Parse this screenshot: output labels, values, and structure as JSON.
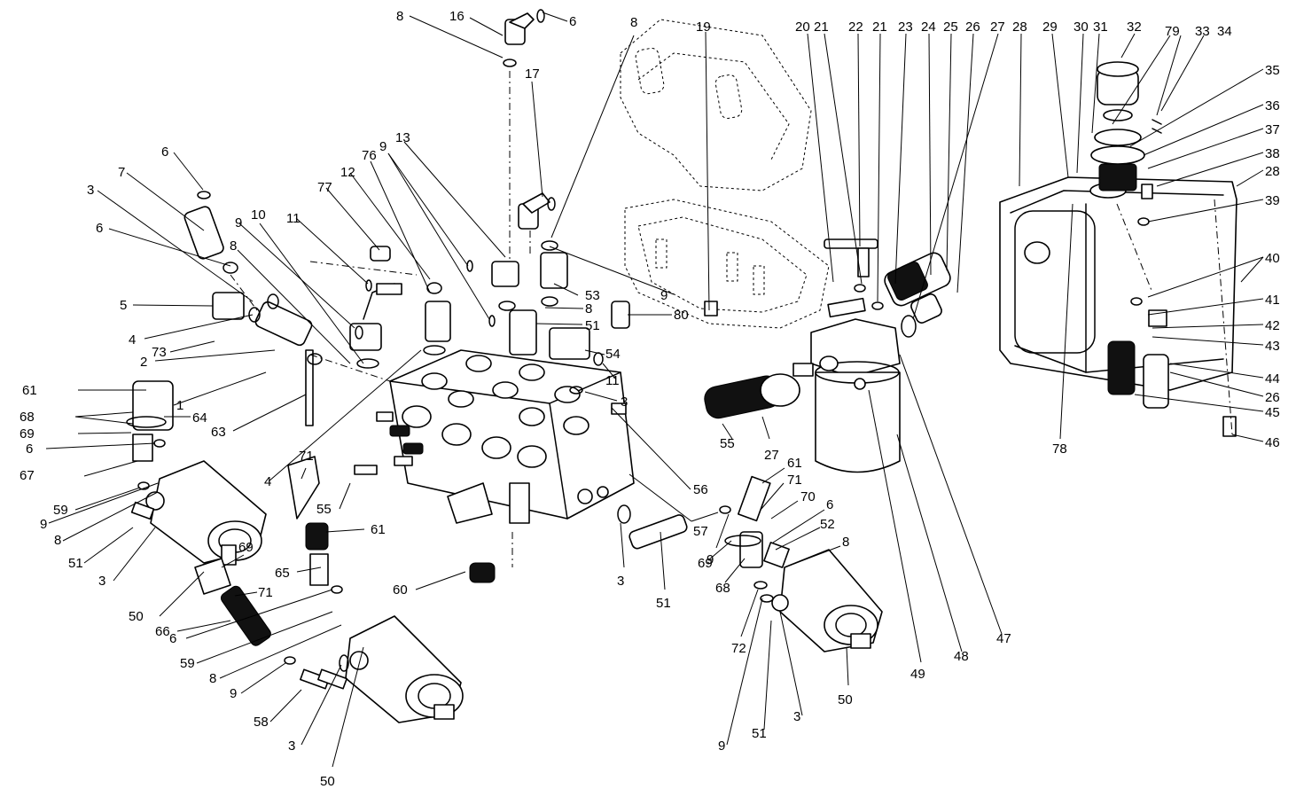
{
  "callouts": [
    {
      "id": "c8a",
      "text": "8"
    },
    {
      "id": "c16",
      "text": "16"
    },
    {
      "id": "c6a",
      "text": "6"
    },
    {
      "id": "c8b",
      "text": "8"
    },
    {
      "id": "c19",
      "text": "19"
    },
    {
      "id": "c17",
      "text": "17"
    },
    {
      "id": "c20",
      "text": "20"
    },
    {
      "id": "c21a",
      "text": "21"
    },
    {
      "id": "c22",
      "text": "22"
    },
    {
      "id": "c21b",
      "text": "21"
    },
    {
      "id": "c23",
      "text": "23"
    },
    {
      "id": "c24",
      "text": "24"
    },
    {
      "id": "c25",
      "text": "25"
    },
    {
      "id": "c26a",
      "text": "26"
    },
    {
      "id": "c27a",
      "text": "27"
    },
    {
      "id": "c28a",
      "text": "28"
    },
    {
      "id": "c29",
      "text": "29"
    },
    {
      "id": "c30",
      "text": "30"
    },
    {
      "id": "c31",
      "text": "31"
    },
    {
      "id": "c32",
      "text": "32"
    },
    {
      "id": "c79",
      "text": "79"
    },
    {
      "id": "c33",
      "text": "33"
    },
    {
      "id": "c34",
      "text": "34"
    },
    {
      "id": "c35",
      "text": "35"
    },
    {
      "id": "c36",
      "text": "36"
    },
    {
      "id": "c37",
      "text": "37"
    },
    {
      "id": "c38",
      "text": "38"
    },
    {
      "id": "c28b",
      "text": "28"
    },
    {
      "id": "c39",
      "text": "39"
    },
    {
      "id": "c40",
      "text": "40"
    },
    {
      "id": "c41",
      "text": "41"
    },
    {
      "id": "c42",
      "text": "42"
    },
    {
      "id": "c43",
      "text": "43"
    },
    {
      "id": "c44",
      "text": "44"
    },
    {
      "id": "c26b",
      "text": "26"
    },
    {
      "id": "c45",
      "text": "45"
    },
    {
      "id": "c46",
      "text": "46"
    },
    {
      "id": "c78",
      "text": "78"
    },
    {
      "id": "c6b",
      "text": "6"
    },
    {
      "id": "c7",
      "text": "7"
    },
    {
      "id": "c3a",
      "text": "3"
    },
    {
      "id": "c6c",
      "text": "6"
    },
    {
      "id": "c8c",
      "text": "8"
    },
    {
      "id": "c9a",
      "text": "9"
    },
    {
      "id": "c10",
      "text": "10"
    },
    {
      "id": "c11a",
      "text": "11"
    },
    {
      "id": "c77",
      "text": "77"
    },
    {
      "id": "c12",
      "text": "12"
    },
    {
      "id": "c76",
      "text": "76"
    },
    {
      "id": "c9b",
      "text": "9"
    },
    {
      "id": "c13",
      "text": "13"
    },
    {
      "id": "c5",
      "text": "5"
    },
    {
      "id": "c4a",
      "text": "4"
    },
    {
      "id": "c73",
      "text": "73"
    },
    {
      "id": "c2",
      "text": "2"
    },
    {
      "id": "c53",
      "text": "53"
    },
    {
      "id": "c9c",
      "text": "9"
    },
    {
      "id": "c8d",
      "text": "8"
    },
    {
      "id": "c80",
      "text": "80"
    },
    {
      "id": "c51a",
      "text": "51"
    },
    {
      "id": "c54",
      "text": "54"
    },
    {
      "id": "c11b",
      "text": "11"
    },
    {
      "id": "c3b",
      "text": "3"
    },
    {
      "id": "c61a",
      "text": "61"
    },
    {
      "id": "c1",
      "text": "1"
    },
    {
      "id": "c68a",
      "text": "68"
    },
    {
      "id": "c64",
      "text": "64"
    },
    {
      "id": "c69a",
      "text": "69"
    },
    {
      "id": "c63",
      "text": "63"
    },
    {
      "id": "c6d",
      "text": "6"
    },
    {
      "id": "c67",
      "text": "67"
    },
    {
      "id": "c4b",
      "text": "4"
    },
    {
      "id": "c59a",
      "text": "59"
    },
    {
      "id": "c9d",
      "text": "9"
    },
    {
      "id": "c8e",
      "text": "8"
    },
    {
      "id": "c51b",
      "text": "51"
    },
    {
      "id": "c3c",
      "text": "3"
    },
    {
      "id": "c71a",
      "text": "71"
    },
    {
      "id": "c55a",
      "text": "55"
    },
    {
      "id": "c61b",
      "text": "61"
    },
    {
      "id": "c69b",
      "text": "69"
    },
    {
      "id": "c65",
      "text": "65"
    },
    {
      "id": "c71b",
      "text": "71"
    },
    {
      "id": "c50a",
      "text": "50"
    },
    {
      "id": "c66",
      "text": "66"
    },
    {
      "id": "c6e",
      "text": "6"
    },
    {
      "id": "c59b",
      "text": "59"
    },
    {
      "id": "c8f",
      "text": "8"
    },
    {
      "id": "c9e",
      "text": "9"
    },
    {
      "id": "c58",
      "text": "58"
    },
    {
      "id": "c3d",
      "text": "3"
    },
    {
      "id": "c50b",
      "text": "50"
    },
    {
      "id": "c60",
      "text": "60"
    },
    {
      "id": "c3e",
      "text": "3"
    },
    {
      "id": "c51c",
      "text": "51"
    },
    {
      "id": "c56",
      "text": "56"
    },
    {
      "id": "c57",
      "text": "57"
    },
    {
      "id": "c9f",
      "text": "9"
    },
    {
      "id": "c55b",
      "text": "55"
    },
    {
      "id": "c27b",
      "text": "27"
    },
    {
      "id": "c61c",
      "text": "61"
    },
    {
      "id": "c71c",
      "text": "71"
    },
    {
      "id": "c70",
      "text": "70"
    },
    {
      "id": "c6f",
      "text": "6"
    },
    {
      "id": "c52",
      "text": "52"
    },
    {
      "id": "c8g",
      "text": "8"
    },
    {
      "id": "c69c",
      "text": "69"
    },
    {
      "id": "c68b",
      "text": "68"
    },
    {
      "id": "c72",
      "text": "72"
    },
    {
      "id": "c9g",
      "text": "9"
    },
    {
      "id": "c51d",
      "text": "51"
    },
    {
      "id": "c3f",
      "text": "3"
    },
    {
      "id": "c50c",
      "text": "50"
    },
    {
      "id": "c49",
      "text": "49"
    },
    {
      "id": "c48",
      "text": "48"
    },
    {
      "id": "c47",
      "text": "47"
    }
  ]
}
